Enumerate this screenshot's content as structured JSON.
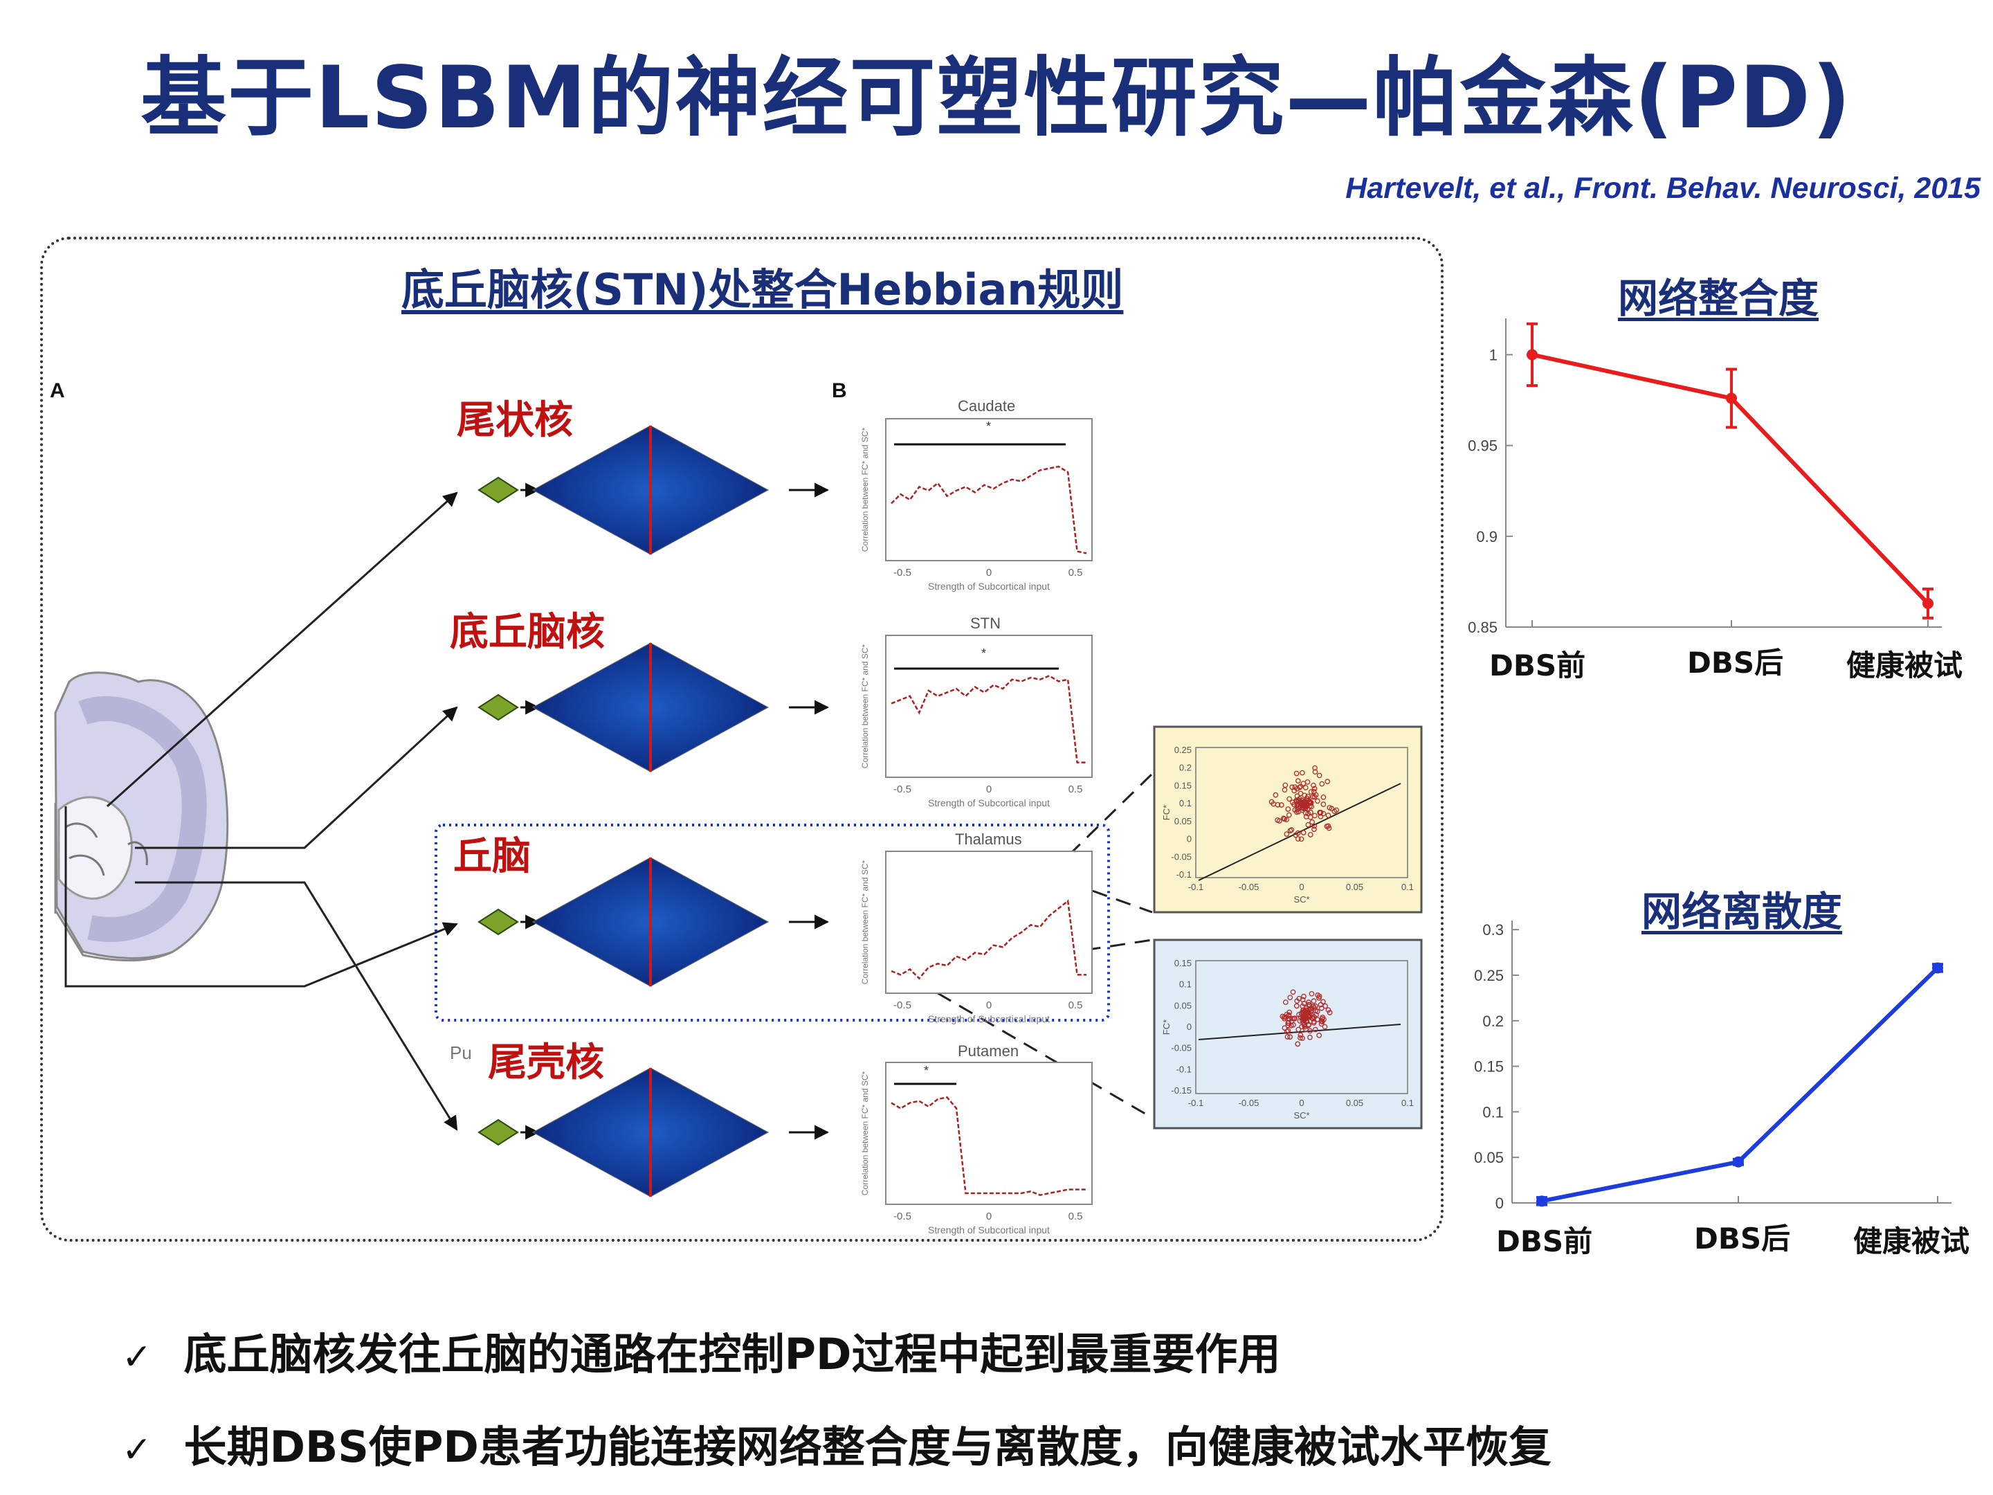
{
  "title": "基于LSBM的神经可塑性研究—帕金森(PD)",
  "citation": "Hartevelt, et al., Front. Behav. Neurosci, 2015",
  "panel": {
    "heading": "底丘脑核(STN)处整合Hebbian规则",
    "label_a": "A",
    "label_b": "B",
    "pu_label": "Pu",
    "regions": [
      "尾状核",
      "底丘脑核",
      "丘脑",
      "尾壳核"
    ],
    "plot_titles": [
      "Caudate",
      "STN",
      "Thalamus",
      "Putamen"
    ],
    "plot_xlabel": "Strength of Subcortical input",
    "plot_ylabel": "Correlation between FC* and SC*",
    "plot_xticks": [
      "-0.5",
      "0",
      "0.5"
    ],
    "star": "*",
    "scatter_xlabel": "SC*",
    "scatter_ylabel": "FC*",
    "scatter_xticks": [
      "-0.1",
      "-0.05",
      "0",
      "0.05",
      "0.1"
    ],
    "scatter1_yticks": [
      "0.25",
      "0.2",
      "0.15",
      "0.1",
      "0.05",
      "0",
      "-0.05",
      "-0.1"
    ],
    "scatter2_yticks": [
      "0.15",
      "0.1",
      "0.05",
      "0",
      "-0.05",
      "-0.1",
      "-0.15"
    ]
  },
  "chart_data": [
    {
      "type": "line",
      "title": "网络整合度",
      "categories": [
        "DBS前",
        "DBS后",
        "健康被试"
      ],
      "values": [
        1.0,
        0.976,
        0.863
      ],
      "errors": [
        0.017,
        0.016,
        0.008
      ],
      "ylim": [
        0.85,
        1.02
      ],
      "yticks": [
        "1",
        "0.95",
        "0.9",
        "0.85"
      ],
      "color": "#e81c1c"
    },
    {
      "type": "line",
      "title": "网络离散度",
      "categories": [
        "DBS前",
        "DBS后",
        "健康被试"
      ],
      "values": [
        0.002,
        0.045,
        0.258
      ],
      "errors": [
        0.004,
        0.003,
        0.004
      ],
      "ylim": [
        0,
        0.31
      ],
      "yticks": [
        "0.3",
        "0.25",
        "0.2",
        "0.15",
        "0.1",
        "0.05",
        "0"
      ],
      "color": "#1c3ce0"
    }
  ],
  "bullets": [
    "底丘脑核发往丘脑的通路在控制PD过程中起到最重要作用",
    "长期DBS使PD患者功能连接网络整合度与离散度，向健康被试水平恢复"
  ],
  "check_mark": "✓"
}
